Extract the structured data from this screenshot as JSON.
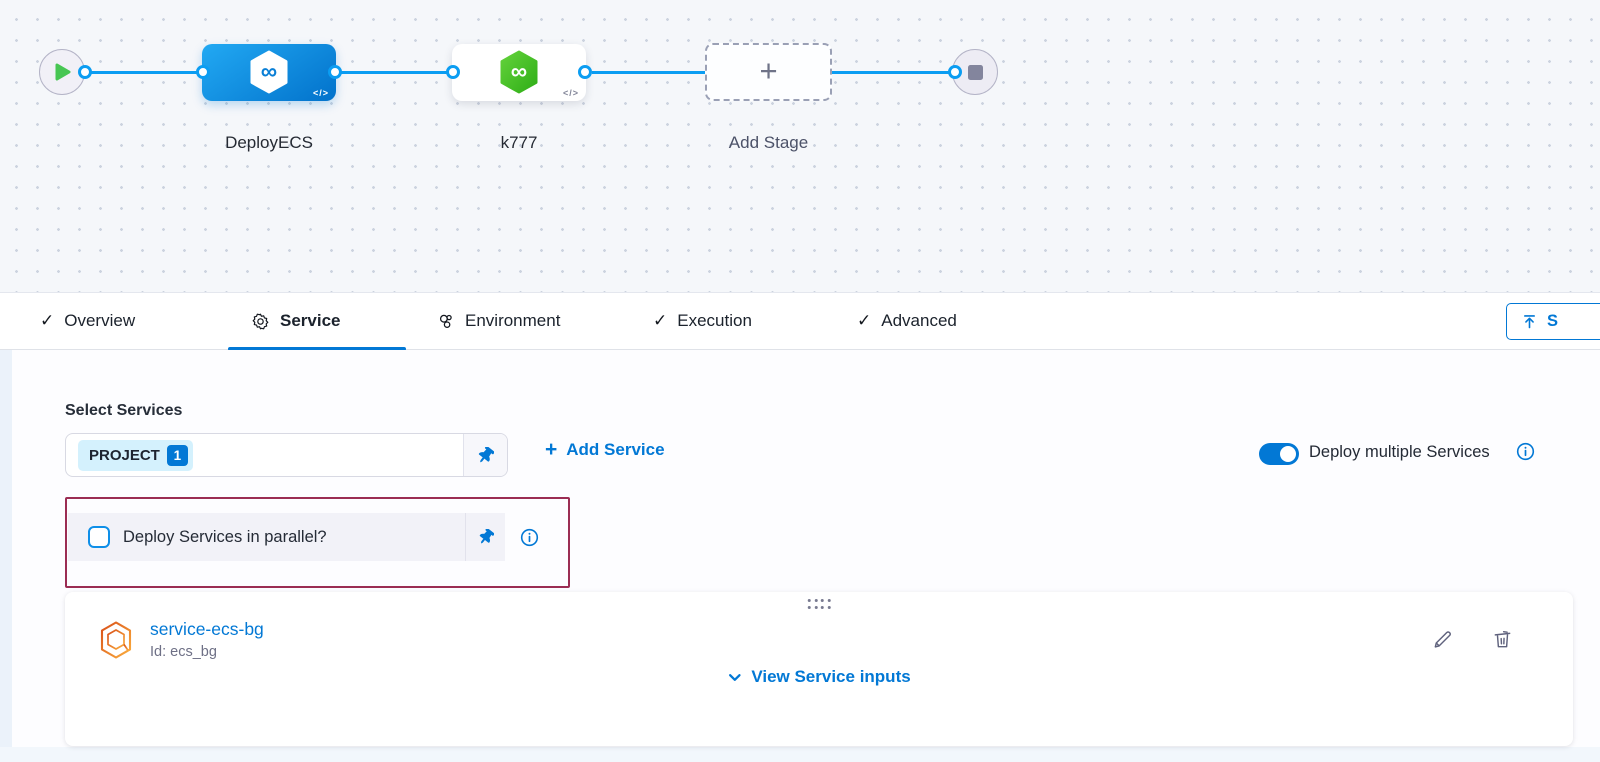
{
  "pipeline_editor": {
    "stages": [
      {
        "name": "DeployECS",
        "type": "deploy",
        "badge": "code"
      },
      {
        "name": "k777",
        "type": "deploy",
        "badge": "code"
      },
      {
        "name": "Add Stage",
        "type": "add-placeholder"
      }
    ]
  },
  "glyphs": {
    "check": "✓",
    "plus": "+",
    "code": "</>",
    "infinity": "∞"
  },
  "tabs": {
    "items": [
      {
        "label": "Overview",
        "icon": "check-icon",
        "active": false
      },
      {
        "label": "Service",
        "icon": "gear-icon",
        "active": true
      },
      {
        "label": "Environment",
        "icon": "environment-icon",
        "active": false
      },
      {
        "label": "Execution",
        "icon": "check-icon",
        "active": false
      },
      {
        "label": "Advanced",
        "icon": "check-icon",
        "active": false
      }
    ],
    "save_button_label": "S"
  },
  "service_tab": {
    "select_services_label": "Select Services",
    "service_chip": "PROJECT",
    "service_chip_count": "1",
    "add_service_label": "Add Service",
    "deploy_multiple_label": "Deploy multiple Services",
    "deploy_multiple_on": true,
    "parallel_label": "Deploy Services in parallel?",
    "parallel_checked": false
  },
  "service_card": {
    "name": "service-ecs-bg",
    "id": "Id: ecs_bg",
    "view_inputs_label": "View Service inputs"
  },
  "icons": {
    "play": "green-triangle",
    "stop": "grey-square",
    "pin": "pushpin",
    "info": "info-circle",
    "edit": "pencil",
    "delete": "trash",
    "drag": "dot-grid",
    "chevron": "chevron-down",
    "upload": "arrow-up-bar",
    "service": "orange-hexagon",
    "harness": "hexagon-infinity"
  },
  "colors": {
    "accent": "#0278d5",
    "edge_blue": "#0b9df2",
    "highlight_border": "#9b2d53",
    "node_green": "#42ba24",
    "service_orange": "#ee7122"
  }
}
